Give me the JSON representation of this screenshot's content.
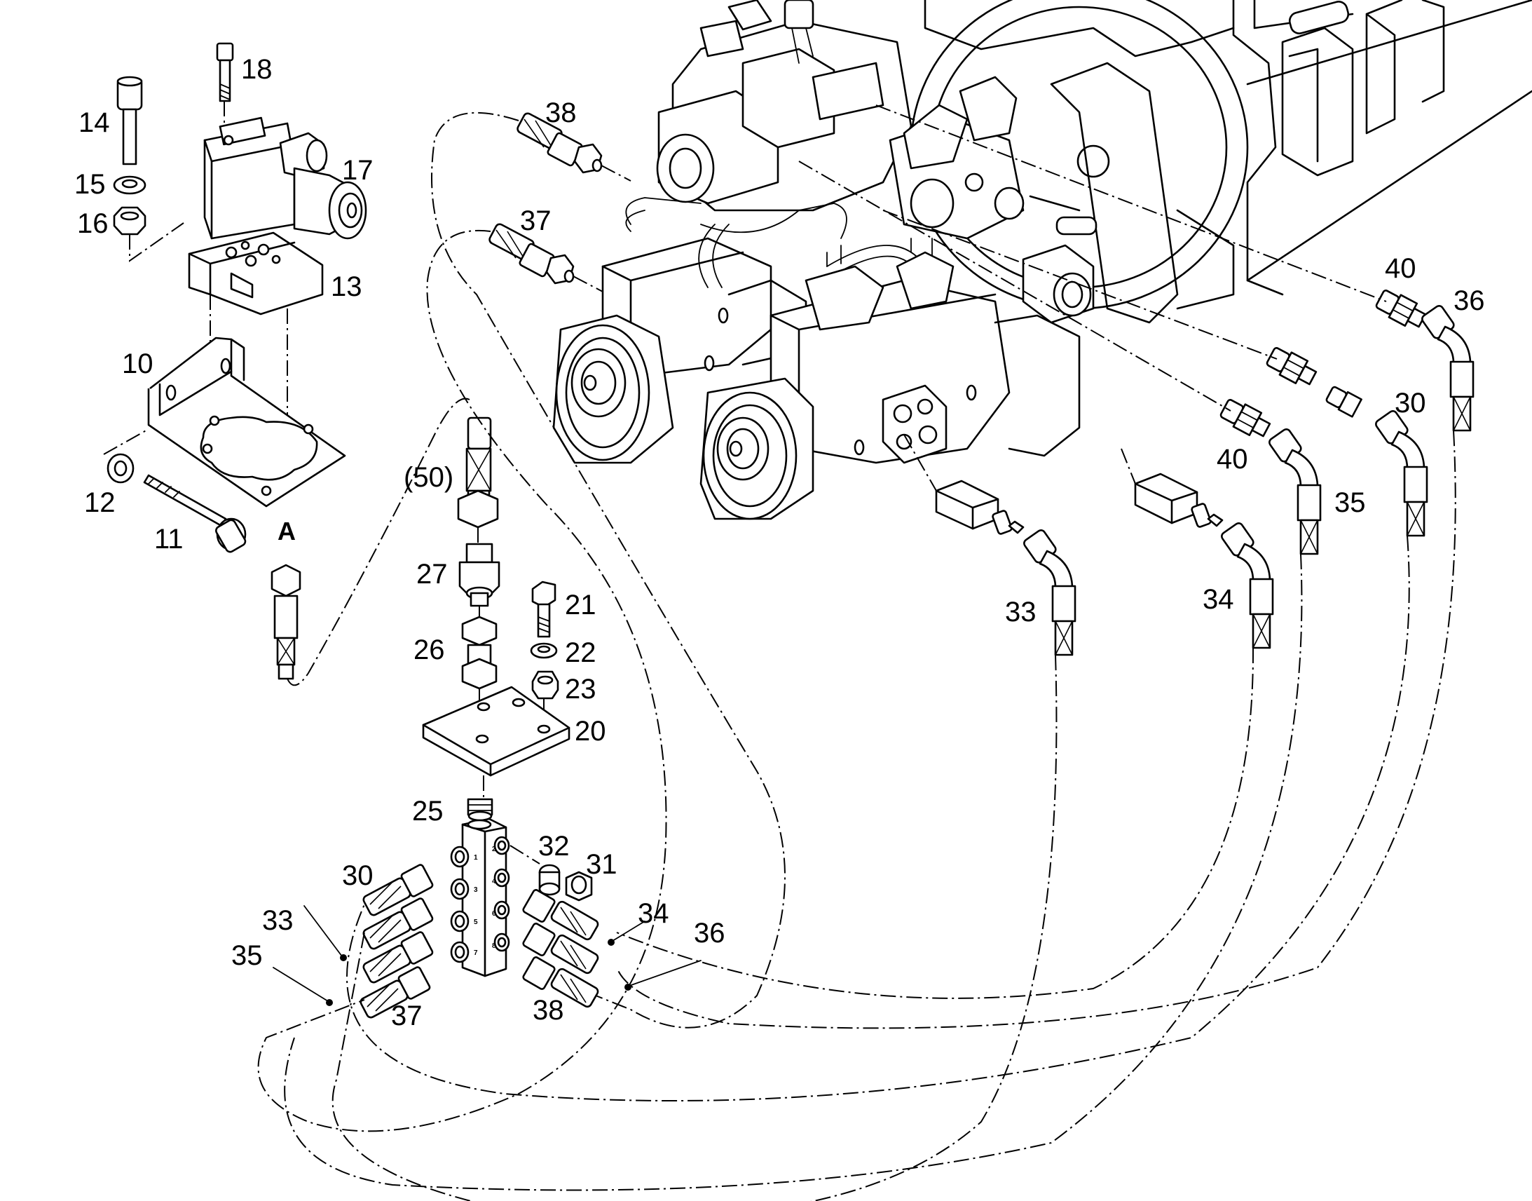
{
  "callouts": {
    "c10": "10",
    "c11": "11",
    "c12": "12",
    "c13": "13",
    "c14": "14",
    "c15": "15",
    "c16": "16",
    "c17": "17",
    "c18": "18",
    "c20": "20",
    "c21": "21",
    "c22": "22",
    "c23": "23",
    "c25": "25",
    "c26": "26",
    "c27": "27",
    "c30a": "30",
    "c30b": "30",
    "c31": "31",
    "c32": "32",
    "c33a": "33",
    "c33b": "33",
    "c34a": "34",
    "c34b": "34",
    "c35a": "35",
    "c35b": "35",
    "c36a": "36",
    "c36b": "36",
    "c37a": "37",
    "c37b": "37",
    "c38a": "38",
    "c38b": "38",
    "c40a": "40",
    "c40b": "40",
    "c50": "(50)",
    "cA": "A"
  },
  "manifold_ports": [
    "1",
    "2",
    "3",
    "4",
    "5",
    "6",
    "7",
    "8"
  ],
  "colors": {
    "ink": "#000000",
    "paper": "#ffffff"
  },
  "icons": [
    "hydraulic-pump-assembly-icon",
    "solenoid-valve-icon",
    "manifold-block-icon",
    "hose-fitting-icon"
  ]
}
